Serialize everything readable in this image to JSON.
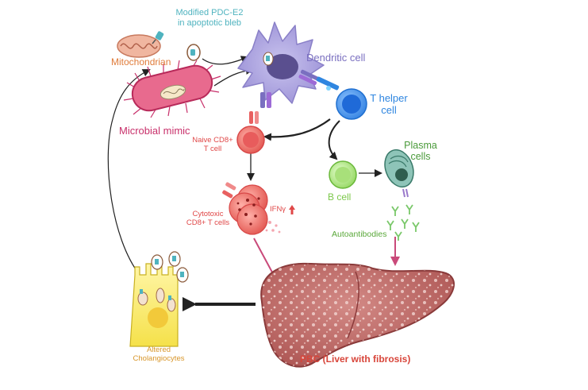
{
  "labels": {
    "modified_pdc_line1": "Modified PDC-E2",
    "modified_pdc_line2": "in apoptotic bleb",
    "mitochondrian": "Mitochondrian",
    "dendritic_cell": "Dendritic cell",
    "microbial_mimic": "Microbial mimic",
    "t_helper_line1": "T helper",
    "t_helper_line2": "cell",
    "naive_cd8_line1": "Naive CD8+",
    "naive_cd8_line2": "T cell",
    "plasma_line1": "Plasma",
    "plasma_line2": "cells",
    "b_cell": "B cell",
    "cytotoxic_line1": "Cytotoxic",
    "cytotoxic_line2": "CD8+ T cells",
    "ifn": "IFNγ",
    "autoantibodies": "Autoantibodies",
    "pbc": "PBC (Liver with fibrosis)",
    "altered_line1": "Altered",
    "altered_line2": "Cholangiocytes"
  },
  "colors": {
    "modified_pdc": "#4fb3bf",
    "mitochondrian": "#e07b39",
    "dendritic": "#7a6fc0",
    "microbial": "#c8306b",
    "t_helper": "#2f86e0",
    "naive_cd8": "#e04848",
    "plasma": "#4a9a3a",
    "b_cell": "#7cc84a",
    "cytotoxic": "#e04848",
    "autoantibodies": "#5aa83a",
    "pbc": "#d8453a",
    "altered": "#d8962a"
  }
}
